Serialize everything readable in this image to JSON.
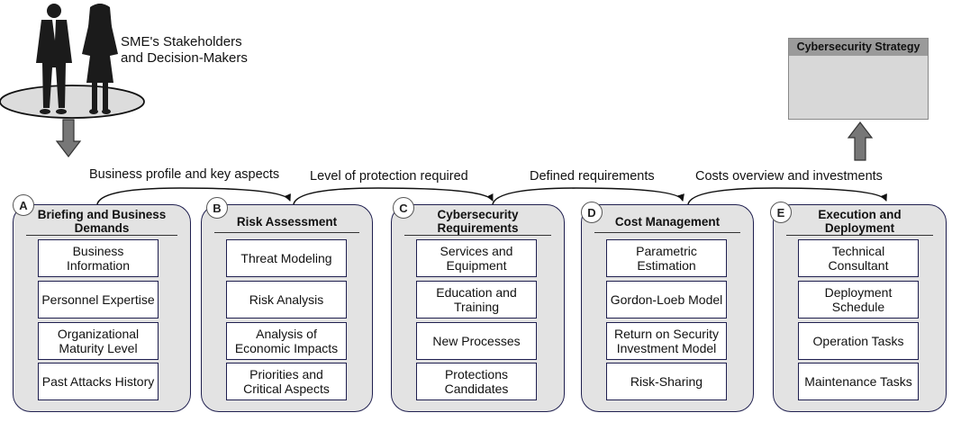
{
  "stakeholders": {
    "label_line1": "SME's Stakeholders",
    "label_line2": "and Decision-Makers"
  },
  "strategy": {
    "title": "Cybersecurity Strategy",
    "icon": "shield-check-icon"
  },
  "flows": [
    "Business profile and key aspects",
    "Level of protection required",
    "Defined requirements",
    "Costs overview and investments"
  ],
  "phases": [
    {
      "letter": "A",
      "title": "Briefing and Business Demands",
      "items": [
        "Business Information",
        "Personnel Expertise",
        "Organizational Maturity Level",
        "Past Attacks History"
      ]
    },
    {
      "letter": "B",
      "title": "Risk Assessment",
      "items": [
        "Threat Modeling",
        "Risk Analysis",
        "Analysis of Economic Impacts",
        "Priorities and Critical Aspects"
      ]
    },
    {
      "letter": "C",
      "title": "Cybersecurity Requirements",
      "items": [
        "Services and Equipment",
        "Education and Training",
        "New Processes",
        "Protections Candidates"
      ]
    },
    {
      "letter": "D",
      "title": "Cost Management",
      "items": [
        "Parametric Estimation",
        "Gordon-Loeb Model",
        "Return on Security Investment Model",
        "Risk-Sharing"
      ]
    },
    {
      "letter": "E",
      "title": "Execution and Deployment",
      "items": [
        "Technical Consultant",
        "Deployment Schedule",
        "Operation Tasks",
        "Maintenance Tasks"
      ]
    }
  ],
  "colors": {
    "box_fill": "#e3e3e3",
    "border": "#1f1f4f",
    "arrow": "#777777",
    "figure": "#1b1b1b"
  }
}
